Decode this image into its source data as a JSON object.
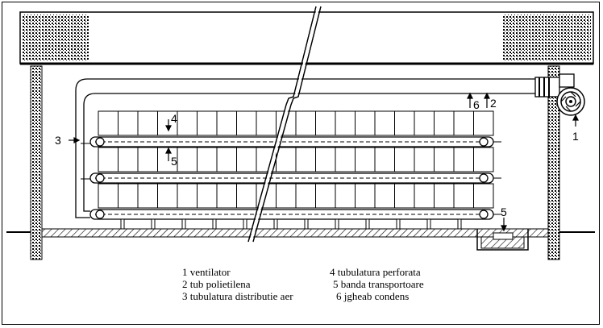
{
  "callouts": {
    "n1": "1",
    "n2": "2",
    "n3": "3",
    "n4": "4",
    "n5_belt": "5",
    "n5_gutter": "5",
    "n6": "6"
  },
  "legend": {
    "left": [
      "1 ventilator",
      "2 tub polietilena",
      "3 tubulatura distributie aer"
    ],
    "right": [
      "4 tubulatura perforata",
      "5 banda transportoare",
      "6 jgheab condens"
    ]
  }
}
